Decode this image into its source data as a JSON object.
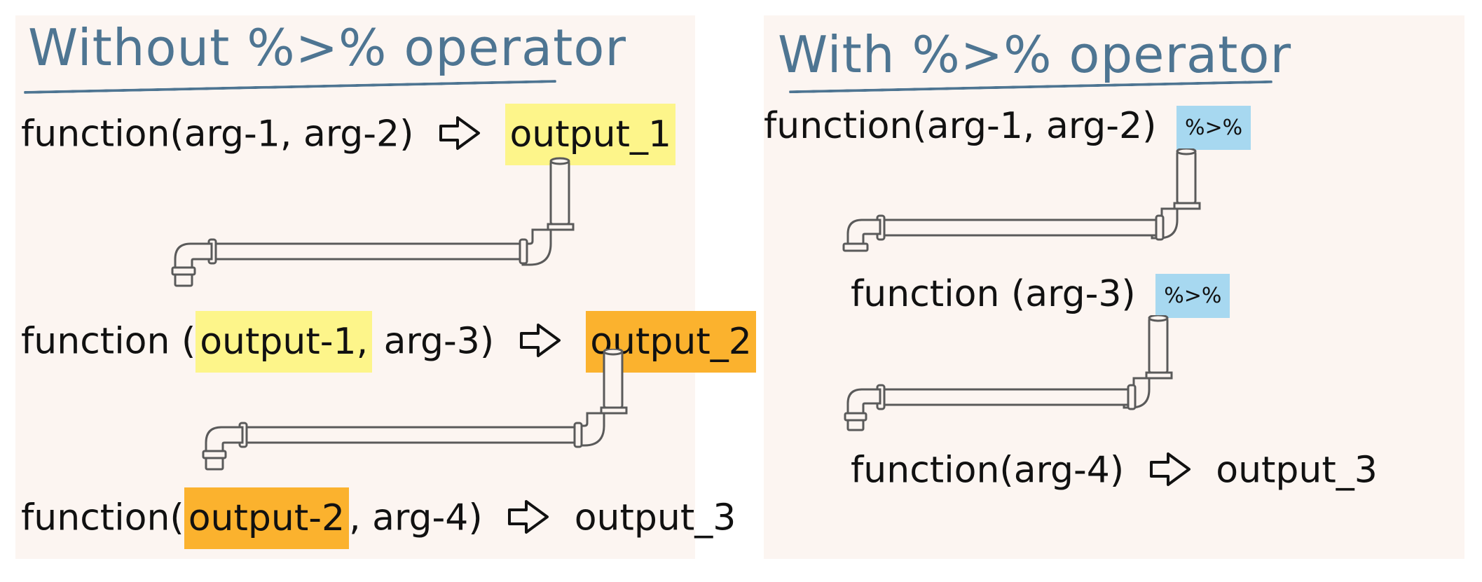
{
  "left": {
    "title": "Without %>% operator",
    "line1": {
      "call": "function(arg-1, arg-2)",
      "output": "output_1"
    },
    "line2": {
      "prefix": "function (",
      "arg_hl": "output-1,",
      "suffix": "arg-3)",
      "output": "output_2"
    },
    "line3": {
      "prefix": "function(",
      "arg_hl": "output-2",
      "suffix": ", arg-4)",
      "output": "output_3"
    }
  },
  "right": {
    "title": "With %>% operator",
    "line1": {
      "call": "function(arg-1, arg-2)",
      "pipe_op": "%>%"
    },
    "line2": {
      "call": "function (arg-3)",
      "pipe_op": "%>%"
    },
    "line3": {
      "call": "function(arg-4)",
      "output": "output_3"
    }
  },
  "colors": {
    "panel_bg": "#fcf5f1",
    "title": "#4e7592",
    "highlight_yellow": "#fdf58a",
    "highlight_orange": "#fbb22e",
    "highlight_blue": "#a7d8f0",
    "pipe_stroke": "#5a5a5a"
  },
  "icons": [
    "hollow-arrow-icon",
    "pipe-icon"
  ]
}
